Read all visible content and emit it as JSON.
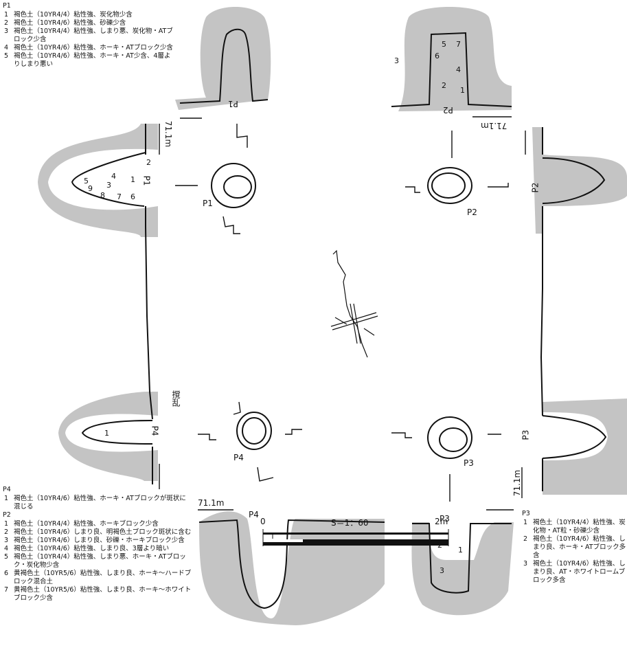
{
  "legend_p1": {
    "title": "P1",
    "items": [
      {
        "no": "1",
        "text": "褐色土（10YR4/4）粘性強、炭化物少含"
      },
      {
        "no": "2",
        "text": "褐色土（10YR4/6）粘性強、砂礫少含"
      },
      {
        "no": "3",
        "text": "褐色土（10YR4/4）粘性強、しまり悪、炭化物・ATブロック少含"
      },
      {
        "no": "4",
        "text": "褐色土（10YR4/6）粘性強、ホーキ・ATブロック少含"
      },
      {
        "no": "5",
        "text": "褐色土（10YR4/6）粘性強、ホーキ・AT少含、4層よりしまり悪い"
      }
    ]
  },
  "legend_p4": {
    "title": "P4",
    "items": [
      {
        "no": "1",
        "text": "褐色土（10YR4/6）粘性強、ホーキ・ATブロックが斑状に混じる"
      }
    ]
  },
  "legend_p2": {
    "title": "P2",
    "items": [
      {
        "no": "1",
        "text": "褐色土（10YR4/4）粘性強、ホーキブロック少含"
      },
      {
        "no": "2",
        "text": "褐色土（10YR4/6）しまり良、明褐色土ブロック斑状に含む"
      },
      {
        "no": "3",
        "text": "褐色土（10YR4/6）しまり良、砂礫・ホーキブロック少含"
      },
      {
        "no": "4",
        "text": "褐色土（10YR4/6）粘性強、しまり良、3層より暗い"
      },
      {
        "no": "5",
        "text": "褐色土（10YR4/4）粘性強、しまり悪、ホーキ・ATブロック・炭化物少含"
      },
      {
        "no": "6",
        "text": "黄褐色土（10YR5/6）粘性強、しまり良、ホーキ～ハードブロック混合土"
      },
      {
        "no": "7",
        "text": "黄褐色土（10YR5/6）粘性強、しまり良、ホーキ～ホワイトブロック少含"
      }
    ]
  },
  "legend_p3": {
    "title": "P3",
    "items": [
      {
        "no": "1",
        "text": "褐色土（10YR4/4）粘性強、炭化物・AT粒・砂礫少含"
      },
      {
        "no": "2",
        "text": "褐色土（10YR4/6）粘性強、しまり良、ホーキ・ATブロック多含"
      },
      {
        "no": "3",
        "text": "褐色土（10YR4/6）粘性強、しまり良、AT・ホワイトロームブロック多含"
      }
    ]
  },
  "labels": {
    "p1": "P1",
    "p2": "P2",
    "p3": "P3",
    "p4": "P4",
    "elevation": "71.1m",
    "disturbance": "撹乱",
    "layers": [
      "1",
      "2",
      "3",
      "4",
      "5",
      "6",
      "7",
      "8",
      "9"
    ]
  },
  "scale": {
    "zero": "0",
    "ratio": "S＝1：60",
    "end": "2m"
  }
}
